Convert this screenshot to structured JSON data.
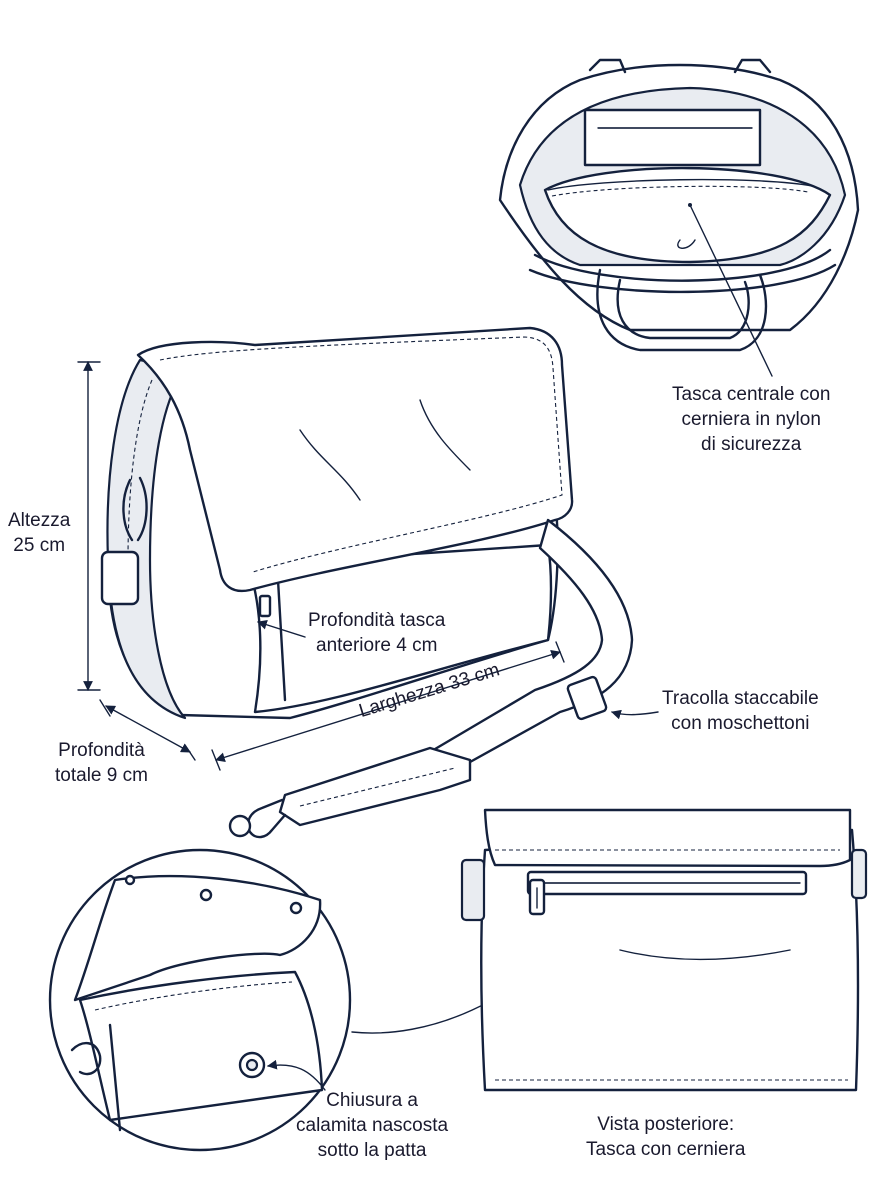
{
  "labels": {
    "inner_pocket": [
      "Tasca centrale con",
      "cerniera in nylon",
      "di sicurezza"
    ],
    "height": [
      "Altezza",
      "25 cm"
    ],
    "front_pocket_depth": [
      "Profondità tasca",
      "anteriore 4 cm"
    ],
    "width": "Larghezza 33 cm",
    "strap": [
      "Tracolla staccabile",
      "con moschettoni"
    ],
    "total_depth": [
      "Profondità",
      "totale 9 cm"
    ],
    "magnet": [
      "Chiusura a",
      "calamita nascosta",
      "sotto la patta"
    ],
    "back_view": [
      "Vista posteriore:",
      "Tasca con cerniera"
    ]
  },
  "colors": {
    "ink": "#14213d",
    "text": "#1a1a2e",
    "shade": "#e9ecf1",
    "background": "#ffffff"
  },
  "icons": [
    "zipper-pull-icon",
    "carabiner-icon",
    "magnet-snap-icon",
    "arrow-icon"
  ]
}
